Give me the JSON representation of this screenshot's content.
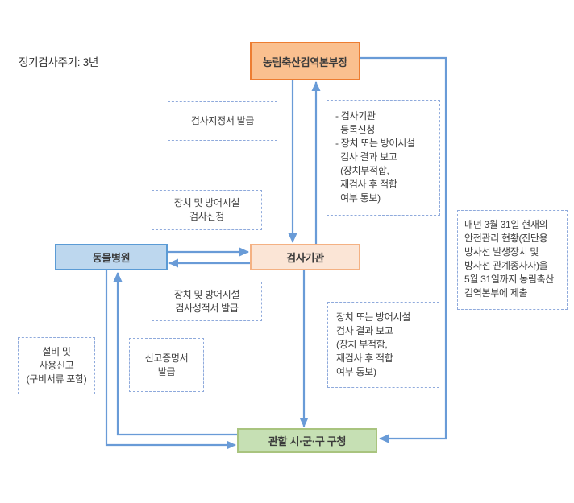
{
  "diagram": {
    "title_note": "정기검사주기: 3년",
    "nodes": {
      "hq": {
        "label": "농림축산검역본부장"
      },
      "hospital": {
        "label": "동물병원"
      },
      "agency": {
        "label": "검사기관"
      },
      "office": {
        "label": "관할 시·군·구 구청"
      }
    },
    "labels": {
      "designation": "검사지정서 발급",
      "registration": "- 검사기관\n  등록신청\n- 장치 또는 방어시설\n  검사 결과 보고\n  (장치부적합,\n  재검사 후 적합\n  여부 통보)",
      "apply": "장치 및 방어시설\n검사신청",
      "cert_report": "장치 및 방어시설\n검사성적서 발급",
      "annual_report": "매년 3월 31일 현재의\n안전관리 현황(진단용\n방사선 발생장치 및\n방사선 관계종사자)을\n5월 31일까지 농림축산\n검역본부에 제출",
      "facility_report": "설비 및\n사용신고\n(구비서류 포함)",
      "notice_cert": "신고증명서\n발급",
      "result_report": "장치 또는 방어시설\n검사 결과 보고\n(장치 부적함,\n재검사 후 적합\n여부 통보)"
    },
    "colors": {
      "arrow_blue": "#699bd7",
      "hq_fill": "#fac08f",
      "hq_border": "#ed7d31",
      "hospital_fill": "#bdd7ee",
      "hospital_border": "#5b9bd5",
      "agency_fill": "#fbe5d6",
      "agency_border": "#f4b183",
      "office_fill": "#c6e0b4",
      "office_border": "#a9c47f",
      "dashed_border": "#8faadc"
    }
  }
}
